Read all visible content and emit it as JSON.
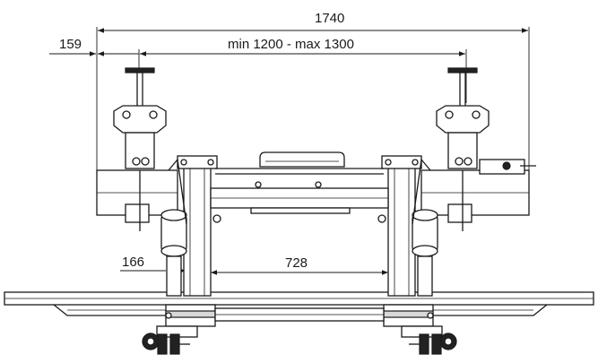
{
  "dimensions": {
    "overall_width": "1740",
    "offset_left": "159",
    "adjustable_width": "min 1200 - max 1300",
    "wheel_offset": "166",
    "inner_width": "728"
  }
}
